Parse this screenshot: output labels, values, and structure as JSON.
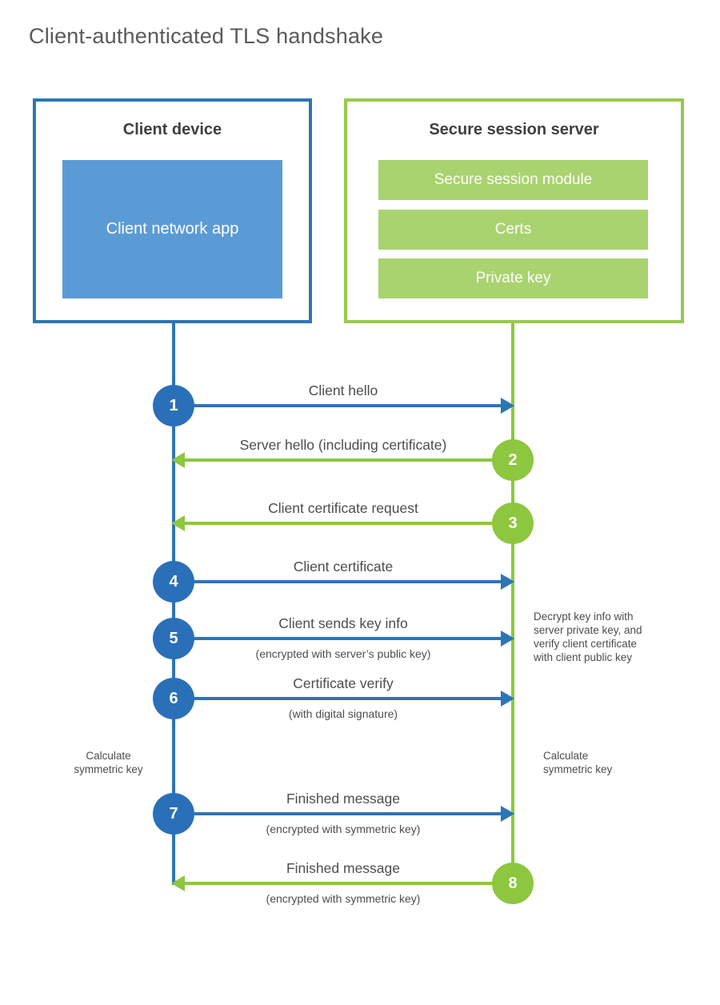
{
  "title": "Client-authenticated TLS handshake",
  "colors": {
    "client_accent": "#2e75b6",
    "client_fill": "#5b9bd5",
    "client_circle": "#2a70b8",
    "server_accent": "#8dc63f",
    "server_border": "#97c94d",
    "server_fill": "#a9d36e",
    "heading_text": "#3f3f3f",
    "body_text": "#4d4d4d"
  },
  "client": {
    "title": "Client device",
    "app_label": "Client network app"
  },
  "server": {
    "title": "Secure session server",
    "modules": [
      "Secure session module",
      "Certs",
      "Private key"
    ]
  },
  "messages": [
    {
      "num": "1",
      "label": "Client hello",
      "from": "client",
      "to": "server"
    },
    {
      "num": "2",
      "label": "Server hello (including certificate)",
      "from": "server",
      "to": "client"
    },
    {
      "num": "3",
      "label": "Client certificate request",
      "from": "server",
      "to": "client"
    },
    {
      "num": "4",
      "label": "Client certificate",
      "from": "client",
      "to": "server"
    },
    {
      "num": "5",
      "label": "Client sends key info",
      "sub": "(encrypted with server’s public key)",
      "from": "client",
      "to": "server"
    },
    {
      "num": "6",
      "label": "Certificate verify",
      "sub": "(with digital signature)",
      "from": "client",
      "to": "server"
    },
    {
      "num": "7",
      "label": "Finished message",
      "sub": "(encrypted with symmetric key)",
      "from": "client",
      "to": "server"
    },
    {
      "num": "8",
      "label": "Finished message",
      "sub": "(encrypted with symmetric key)",
      "from": "server",
      "to": "client"
    }
  ],
  "annotations": {
    "decrypt_note": "Decrypt key info with\nserver private key, and\nverify client certificate\nwith client public key",
    "calc_left": "Calculate\nsymmetric key",
    "calc_right": "Calculate\nsymmetric key"
  }
}
